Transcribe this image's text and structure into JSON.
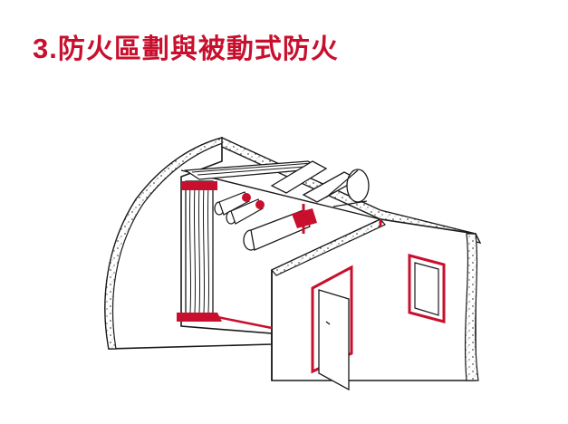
{
  "title": {
    "number": "3.",
    "text": "防火區劃與被動式防火"
  },
  "colors": {
    "accent": "#c8102e",
    "line": "#1a1a1a",
    "wall_fill": "#ffffff",
    "concrete_dot": "#555555"
  },
  "illustration": {
    "subject": "fire-compartmentation-building-section",
    "elements": [
      "ceiling-slab",
      "partition-wall",
      "door",
      "window",
      "pipes",
      "cable-tray",
      "ducts",
      "fire-seals"
    ]
  }
}
